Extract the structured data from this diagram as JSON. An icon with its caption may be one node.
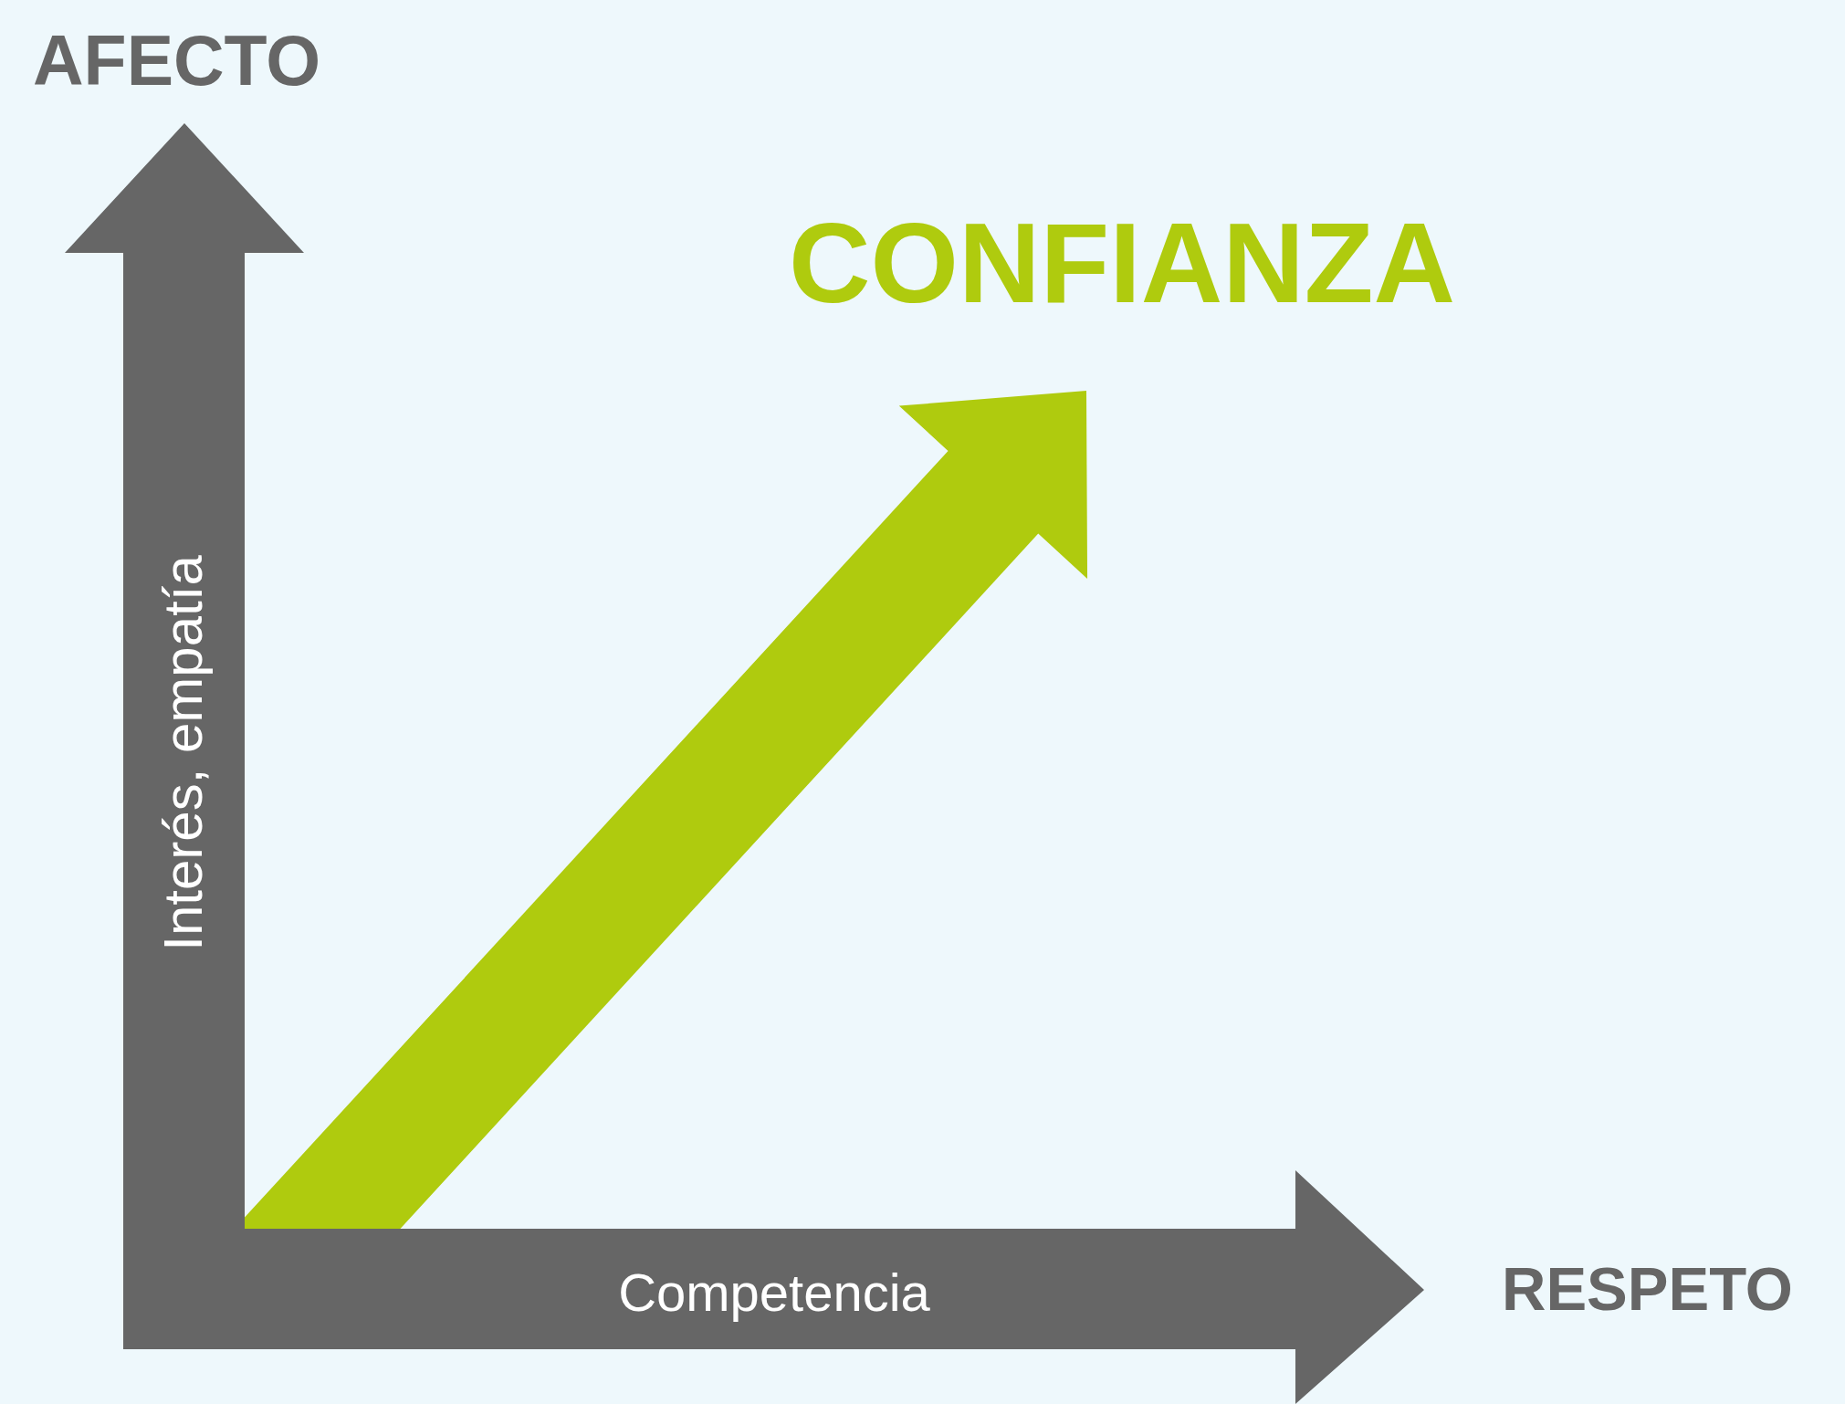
{
  "diagram": {
    "nodes": [
      {
        "text": [
          "Interés, empatía"
        ]
      },
      {
        "text": [
          "Competencia"
        ]
      },
      {
        "text": [
          "CONFIANZA"
        ]
      }
    ],
    "labels": [
      "AFECTO",
      "RESPETO"
    ]
  }
}
